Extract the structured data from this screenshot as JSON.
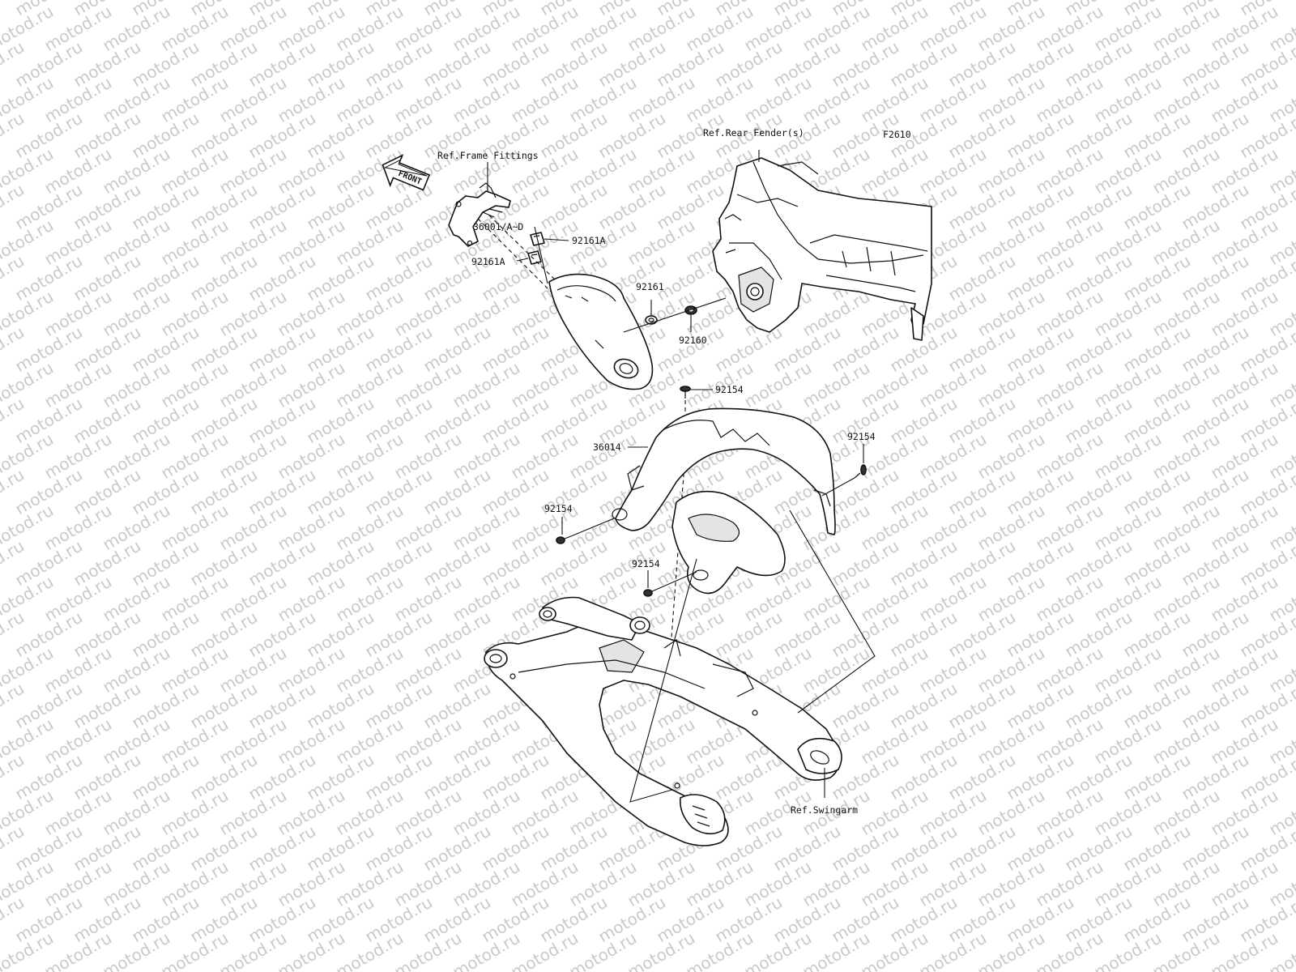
{
  "diagram_code": "F2610",
  "front_arrow_text": "FRONT",
  "watermark_text": "motod.ru",
  "labels": {
    "ref_frame_fittings": "Ref.Frame Fittings",
    "ref_rear_fender": "Ref.Rear Fender(s)",
    "ref_swingarm": "Ref.Swingarm",
    "p92161A_top": "92161A",
    "p92161A_left": "92161A",
    "p36001": "36001/A~D",
    "p92161": "92161",
    "p92160": "92160",
    "p92154_top": "92154",
    "p36014": "36014",
    "p92154_right": "92154",
    "p92154_left": "92154",
    "p92154_lower": "92154"
  }
}
